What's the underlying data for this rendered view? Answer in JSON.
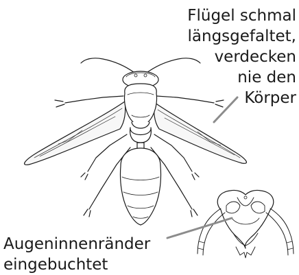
{
  "labels": {
    "wing_lines": [
      "Flügel schmal",
      "längsgefaltet,",
      "verdecken",
      "nie den",
      "Körper"
    ],
    "eye_lines": [
      "Augeninnenränder",
      "eingebuchtet"
    ]
  },
  "colors": {
    "ink": "#1a1a1a",
    "wing_fill": "#f7f7f7",
    "pointer": "#8c8c8c"
  }
}
